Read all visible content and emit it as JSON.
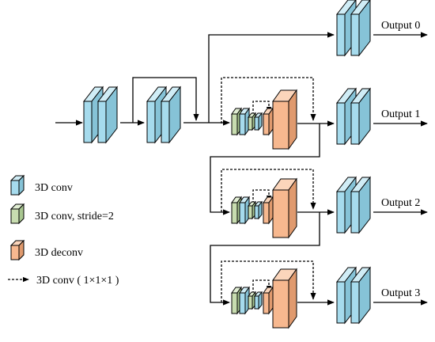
{
  "colors": {
    "conv": "#a6dbed",
    "conv_side": "#86c3d7",
    "conv_top": "#d0edf6",
    "conv_stride": "#c8ddb0",
    "conv_stride_side": "#a8c690",
    "conv_stride_top": "#e1eed3",
    "deconv": "#f7b88f",
    "deconv_side": "#e09a6e",
    "deconv_top": "#fbd5bb",
    "line": "#000000"
  },
  "outputs": [
    "Output 0",
    "Output 1",
    "Output 2",
    "Output 3"
  ],
  "legend": [
    {
      "icon": "conv-block-icon",
      "label": "3D conv"
    },
    {
      "icon": "stride-conv-block-icon",
      "label": "3D conv, stride=2"
    },
    {
      "icon": "deconv-block-icon",
      "label": "3D deconv"
    },
    {
      "icon": "dotted-arrow-icon",
      "label": "3D conv ( 1×1×1 )"
    }
  ]
}
